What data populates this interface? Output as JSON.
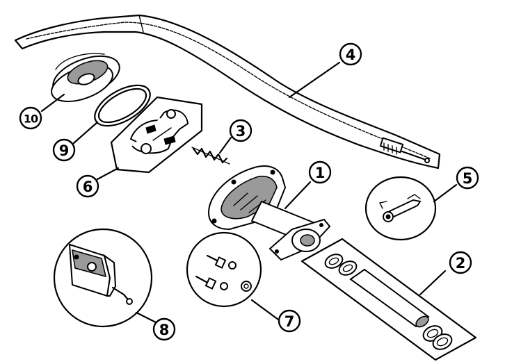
{
  "callouts": {
    "part_1": "1",
    "part_2": "2",
    "part_3": "3",
    "part_4": "4",
    "part_5": "5",
    "part_6": "6",
    "part_7": "7",
    "part_8": "8",
    "part_9": "9",
    "part_10": "10"
  },
  "colors": {
    "line": "#000000",
    "background": "#ffffff",
    "shading": "#9a9a9a"
  }
}
